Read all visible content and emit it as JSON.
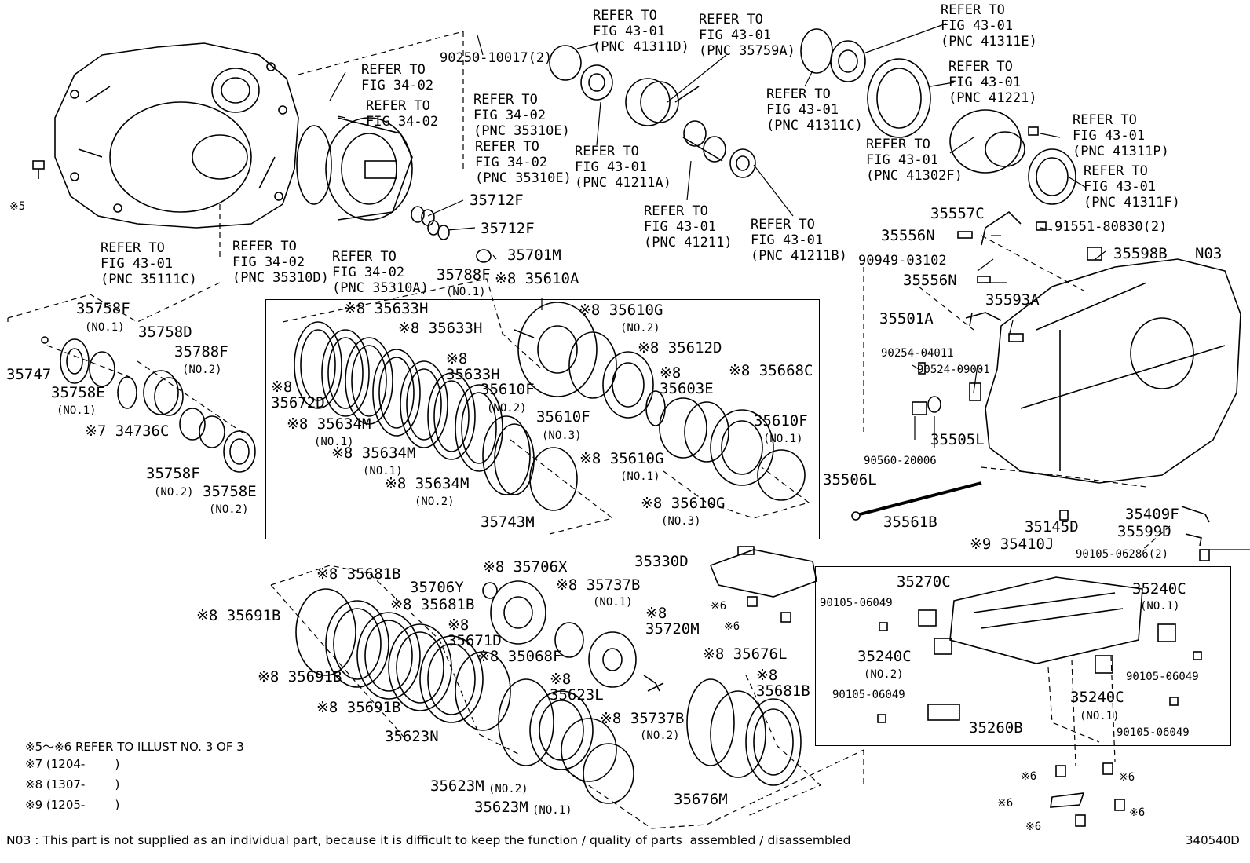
{
  "colors": {
    "line": "#000000",
    "background": "#ffffff",
    "watermark": "#e6e6e6"
  },
  "figure_id": "340540D",
  "labels": {
    "l_35111c": "REFER TO\nFIG 43-01\n(PNC 35111C)",
    "l_35310d": "REFER TO\nFIG 34-02\n(PNC 35310D)",
    "l_35310a": "REFER TO\nFIG 34-02\n(PNC 35310A)",
    "l_3402a": "REFER TO\nFIG 34-02",
    "l_3402b": "REFER TO\nFIG 34-02",
    "l_35310e1": "REFER TO\nFIG 34-02\n(PNC 35310E)",
    "l_35310e2": "REFER TO\nFIG 34-02\n(PNC 35310E)",
    "l_90250": "90250-10017(2)",
    "l_41311d": "REFER TO\nFIG 43-01\n(PNC 41311D)",
    "l_35759a": "REFER TO\nFIG 43-01\n(PNC 35759A)",
    "l_41211a": "REFER TO\nFIG 43-01\n(PNC 41211A)",
    "l_41211": "REFER TO\nFIG 43-01\n(PNC 41211)",
    "l_41211b": "REFER TO\nFIG 43-01\n(PNC 41211B)",
    "l_41311c": "REFER TO\nFIG 43-01\n(PNC 41311C)",
    "l_41311e": "REFER TO\nFIG 43-01\n(PNC 41311E)",
    "l_41221": "REFER TO\nFIG 43-01\n(PNC 41221)",
    "l_41302f": "REFER TO\nFIG 43-01\n(PNC 41302F)",
    "l_41311p": "REFER TO\nFIG 43-01\n(PNC 41311P)",
    "l_41311f": "REFER TO\nFIG 43-01\n(PNC 41311F)",
    "p_35712f_1": "35712F",
    "p_35712f_2": "35712F",
    "p_35701m": "35701M",
    "p_35788f_1": "35788F",
    "p_35788f_1n": "(NO.1)",
    "p_35610a": "※8 35610A",
    "p_35557c": "35557C",
    "p_35556n_1": "35556N",
    "p_91551": "91551-80830(2)",
    "p_90949": "90949-03102",
    "p_35556n_2": "35556N",
    "p_35598b": "35598B",
    "p_n03": "N03",
    "p_35501a": "35501A",
    "p_35593a": "35593A",
    "p_90254": "90254-04011",
    "p_90524": "90524-09001",
    "p_35505l": "35505L",
    "p_90560": "90560-20006",
    "p_35506l": "35506L",
    "p_35561b": "35561B",
    "p_35145d": "35145D",
    "p_35409f": "35409F",
    "p_35599d": "35599D",
    "p_90105_2": "90105-06286(2)",
    "p_35410j": "※9 35410J",
    "p_35758f_1": "35758F",
    "p_35758f_1n": "(NO.1)",
    "p_35747": "35747",
    "p_35758e_1": "35758E",
    "p_35758e_1n": "(NO.1)",
    "p_35758d": "35758D",
    "p_35788f_2": "35788F",
    "p_35788f_2n": "(NO.2)",
    "p_34736c": "※7 34736C",
    "p_35758f_2": "35758F",
    "p_35758f_2n": "(NO.2)",
    "p_35758e_2": "35758E",
    "p_35758e_2n": "(NO.2)",
    "p_35633h_1": "※8 35633H",
    "p_35633h_2": "※8 35633H",
    "p_35633h_3": "※8\n35633H",
    "p_35672d": "※8\n35672D",
    "p_35634m_1": "※8 35634M",
    "p_35634m_1n": "(NO.1)",
    "p_35634m_2": "※8 35634M",
    "p_35634m_2n": "(NO.1)",
    "p_35634m_3": "※8 35634M",
    "p_35634m_3n": "(NO.2)",
    "p_35610f_2": "35610F",
    "p_35610f_2n": "(NO.2)",
    "p_35610f_3": "35610F",
    "p_35610f_3n": "(NO.3)",
    "p_35743m": "35743M",
    "p_35610g_2": "※8 35610G",
    "p_35610g_2n": "(NO.2)",
    "p_35612d": "※8 35612D",
    "p_35603e": "※8\n35603E",
    "p_35668c": "※8 35668C",
    "p_35610f_1": "35610F",
    "p_35610f_1n": "(NO.1)",
    "p_35610g_1": "※8 35610G",
    "p_35610g_1n": "(NO.1)",
    "p_35610g_3": "※8 35610G",
    "p_35610g_3n": "(NO.3)",
    "p_35681b_1": "※8 35681B",
    "p_35681b_2": "※8 35681B",
    "p_35691b_1": "※8 35691B",
    "p_35691b_2": "※8 35691B",
    "p_35691b_3": "※8 35691B",
    "p_35706y": "35706Y",
    "p_35706x": "※8 35706X",
    "p_35737b_1": "※8 35737B",
    "p_35737b_1n": "(NO.1)",
    "p_35671d": "※8\n35671D",
    "p_35068f": "※8 35068F",
    "p_35720m": "※8\n35720M",
    "p_35623l": "※8\n35623L",
    "p_35737b_2": "※8 35737B",
    "p_35737b_2n": "(NO.2)",
    "p_35623n": "35623N",
    "p_35623m_2": "35623M",
    "p_35623m_2n": "(NO.2)",
    "p_35623m_1": "35623M",
    "p_35623m_1n": "(NO.1)",
    "p_35330d": "35330D",
    "p_x6a": "※6",
    "p_x6b": "※6",
    "p_35676l": "※8 35676L",
    "p_35681b_3": "※8\n35681B",
    "p_35676m": "35676M",
    "p_35270c": "35270C",
    "p_90105_a": "90105-06049",
    "p_35240c_2": "35240C",
    "p_35240c_2n": "(NO.2)",
    "p_90105_b": "90105-06049",
    "p_35240c_1a": "35240C",
    "p_35240c_1an": "(NO.1)",
    "p_90105_c": "90105-06049",
    "p_35240c_1b": "35240C",
    "p_35240c_1bn": "(NO.1)",
    "p_90105_d": "90105-06049",
    "p_35260b": "35260B",
    "p_x6c": "※6",
    "p_x6d": "※6",
    "p_x6e": "※6",
    "p_x6f": "※6",
    "p_x6g": "※6",
    "p_x5": "※5"
  },
  "notes": {
    "n1": "※5～※6 REFER TO ILLUST NO. 3 OF 3",
    "n2": "※7 (1204-        )",
    "n3": "※8 (1307-        )",
    "n4": "※9 (1205-        )",
    "n03": "N03 : This part is not supplied as an individual part, because it is difficult to keep the function / quality of parts  assembled / disassembled"
  }
}
